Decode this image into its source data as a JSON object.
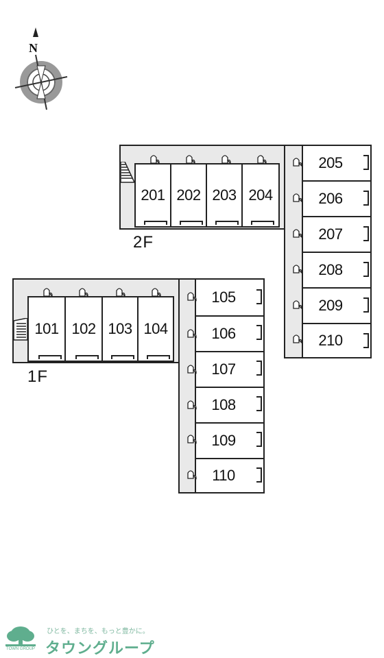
{
  "compass": {
    "label": "N"
  },
  "floor2": {
    "label": "2F",
    "top_units": [
      "201",
      "202",
      "203",
      "204"
    ],
    "side_units": [
      "205",
      "206",
      "207",
      "208",
      "209",
      "210"
    ]
  },
  "floor1": {
    "label": "1F",
    "top_units": [
      "101",
      "102",
      "103",
      "104"
    ],
    "side_units": [
      "105",
      "106",
      "107",
      "108",
      "109",
      "110"
    ]
  },
  "footer": {
    "tagline": "ひとを、まちを、もっと豊かに。",
    "brand": "タウングループ",
    "logo_caption": "TOWN GROUP",
    "brand_color": "#5fae8e"
  }
}
